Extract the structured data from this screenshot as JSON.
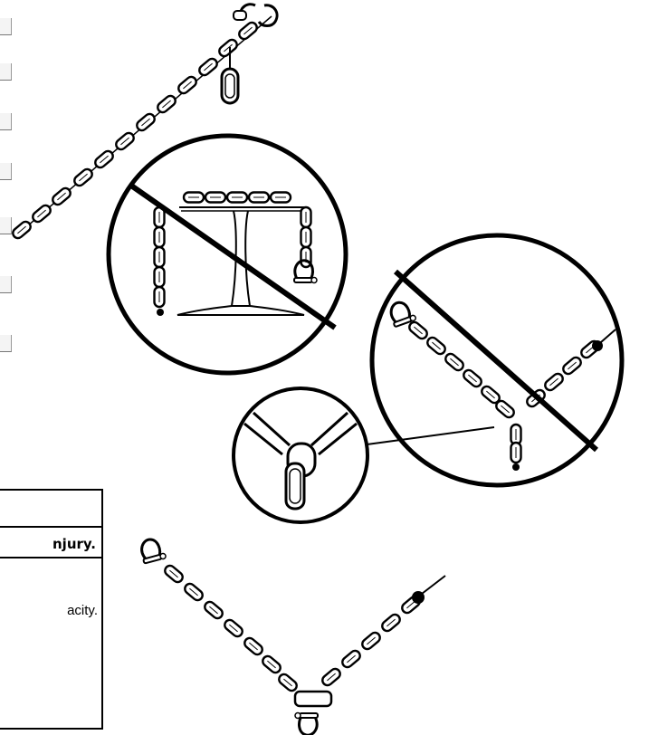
{
  "warning_box": {
    "heading_fragment": "njury.",
    "body_fragment": "acity."
  },
  "illustrations": [
    {
      "name": "single-chain-with-master-link",
      "description_icon": "chain-icon"
    },
    {
      "name": "prohibited-chain-around-beam",
      "prohibited": true,
      "description_icon": "prohibited-icon"
    },
    {
      "name": "prohibited-double-leg-sling",
      "prohibited": true,
      "description_icon": "prohibited-icon"
    },
    {
      "name": "hook-detail-magnifier",
      "description_icon": "magnifier-icon"
    },
    {
      "name": "double-leg-sling-correct",
      "description_icon": "chain-icon"
    }
  ],
  "colors": {
    "line": "#000000",
    "background": "#ffffff"
  }
}
